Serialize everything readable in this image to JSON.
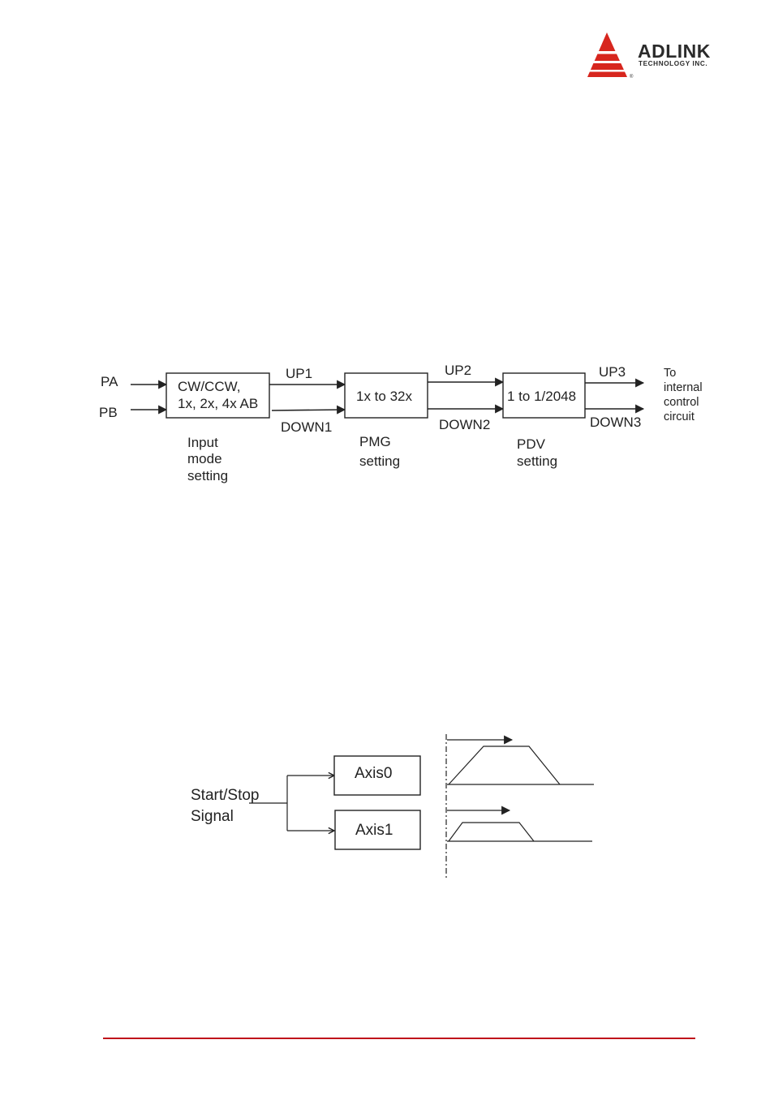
{
  "logo": {
    "name": "ADLINK",
    "tagline": "TECHNOLOGY INC.",
    "mark": "®",
    "color": "#d7261e"
  },
  "diagram1": {
    "inputs": [
      "PA",
      "PB"
    ],
    "blocks": [
      {
        "lines": [
          "CW/CCW,",
          "1x, 2x, 4x AB"
        ],
        "caption": [
          "Input",
          "mode",
          "setting"
        ]
      },
      {
        "lines": [
          "1x to 32x"
        ],
        "caption": [
          "PMG",
          "setting"
        ]
      },
      {
        "lines": [
          "1 to 1/2048"
        ],
        "caption": [
          "PDV",
          "setting"
        ]
      }
    ],
    "up_labels": [
      "UP1",
      "UP2",
      "UP3"
    ],
    "down_labels": [
      "DOWN1",
      "DOWN2",
      "DOWN3"
    ],
    "output": [
      "To",
      "internal",
      "control",
      "circuit"
    ]
  },
  "diagram2": {
    "signal": [
      "Start/Stop",
      "Signal"
    ],
    "axes": [
      "Axis0",
      "Axis1"
    ]
  },
  "footer": {
    "rule_color": "#c0141b"
  }
}
